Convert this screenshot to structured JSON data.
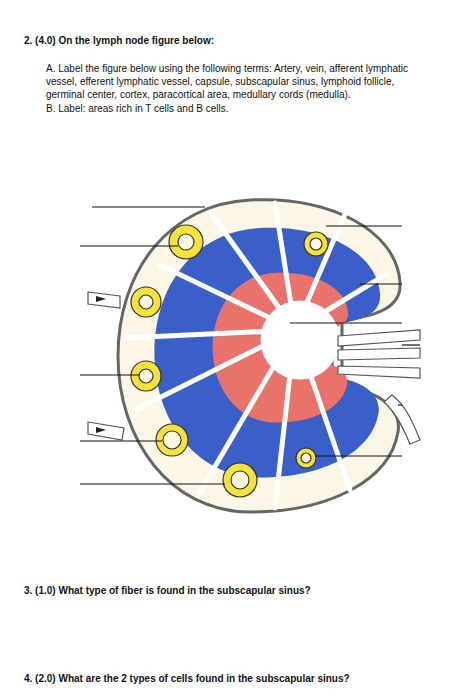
{
  "diagram": {
    "labels": [
      "2. (4.0) On the lymph node figure below:",
      "A. Label the figure below using the following terms: Artery, vein, afferent lymphatic vessel, efferent lymphatic vessel, capsule, subscapular sinus, lymphoid follicle, germinal center, cortex, paracortical area, medullary cords (medulla).",
      "B. Label: areas rich in T cells and B cells.",
      "3. (1.0) What type of fiber is found in the subscapular sinus?",
      "4. (2.0) What are the 2 types of cells found in the subscapular sinus?"
    ]
  }
}
